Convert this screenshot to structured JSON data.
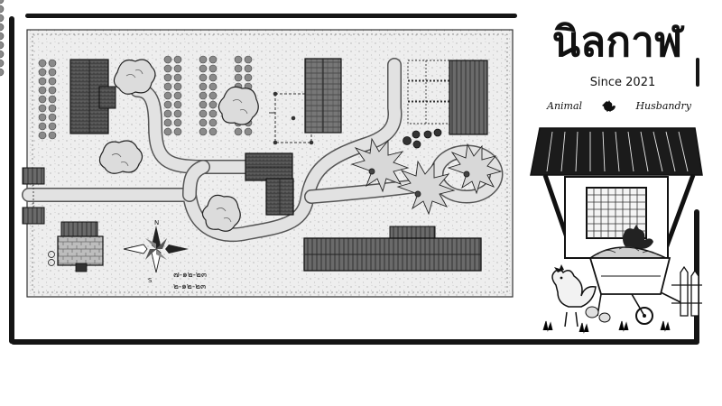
{
  "brand": {
    "logo_text": "นิลกาฬ",
    "since": "Since 2021",
    "tagline_left": "Animal",
    "tagline_right": "Husbandry",
    "tagline_icon": "rooster-icon"
  },
  "map": {
    "compass": {
      "north_label": "N",
      "south_label": "S",
      "code_line_1": "๗-๑๒-๒๓",
      "code_line_2": "๒-๑๒-๒๓"
    }
  },
  "colors": {
    "ink": "#151515",
    "ground": "#ededed",
    "path": "#e2e2e2",
    "roof": "#4a4a4a"
  },
  "icons": [
    "compass-rose-icon",
    "tree-icon",
    "palm-icon",
    "rooster-icon",
    "coop-icon",
    "hay-cart-icon"
  ]
}
